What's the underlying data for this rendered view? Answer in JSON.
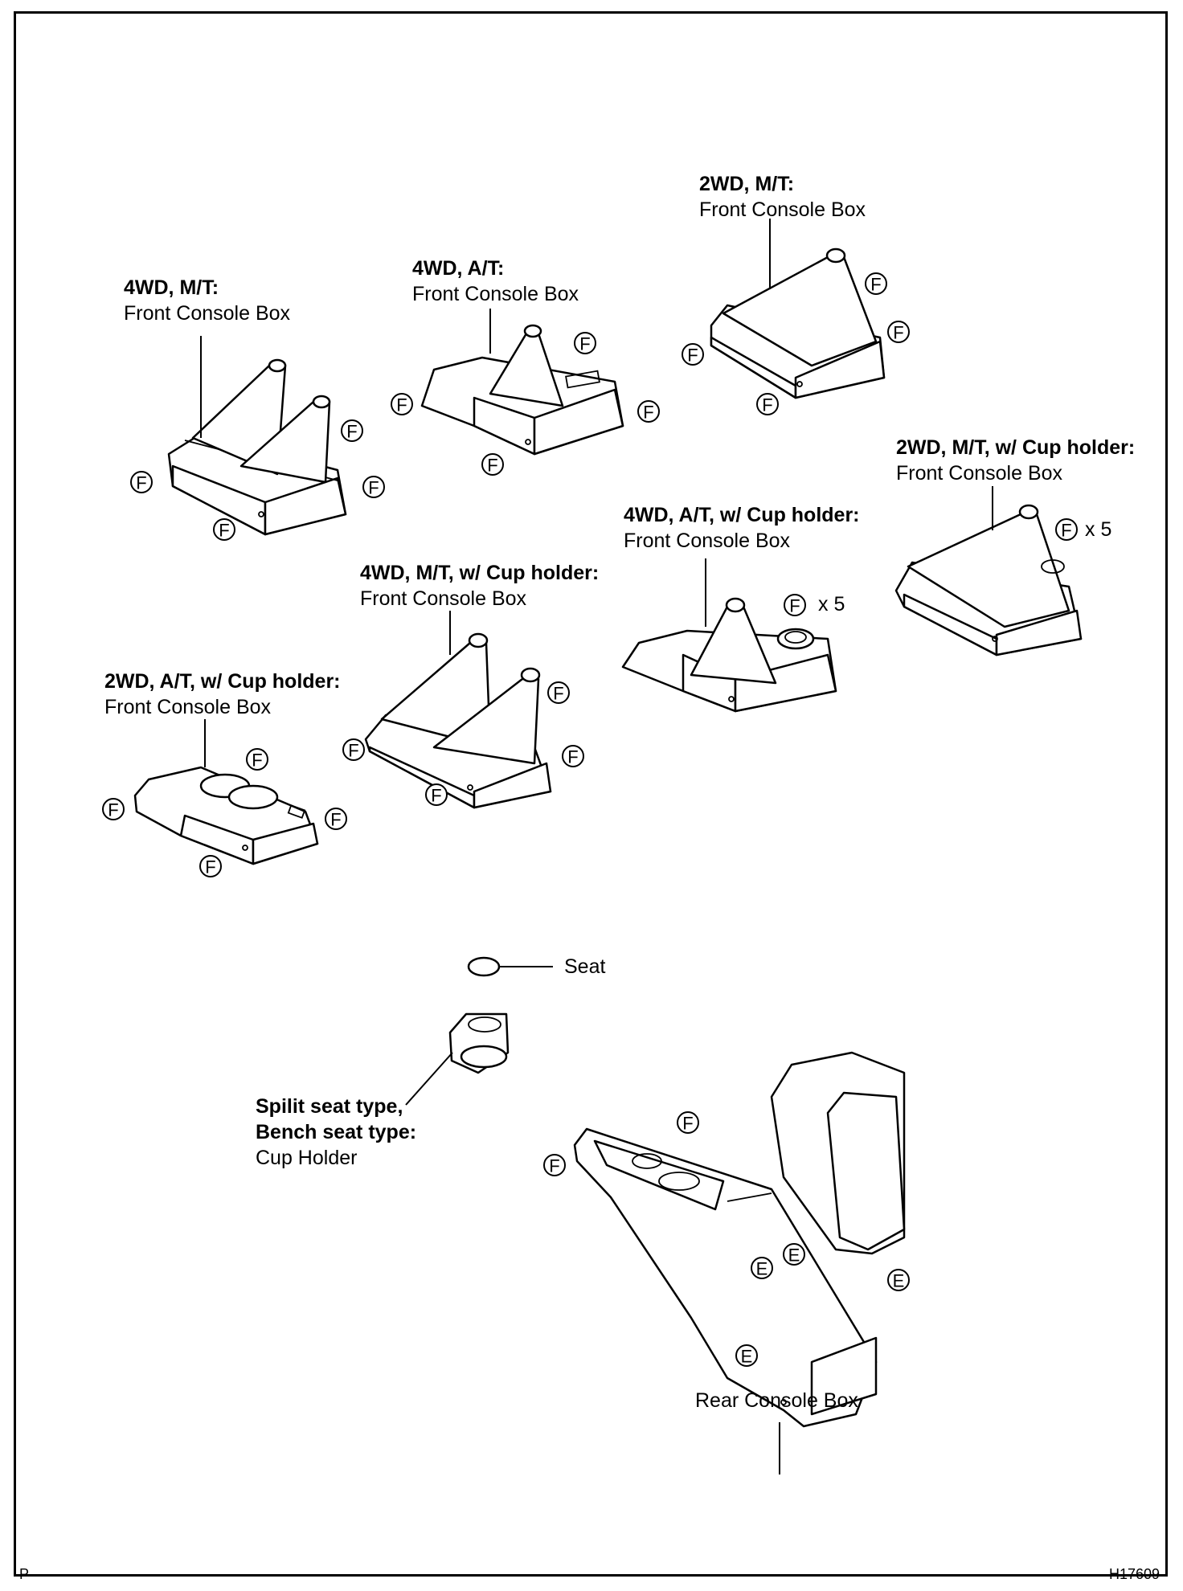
{
  "labels": {
    "l_2wd_mt": {
      "header": "2WD, M/T:",
      "sub": "Front Console Box"
    },
    "l_4wd_at": {
      "header": "4WD, A/T:",
      "sub": "Front Console Box"
    },
    "l_4wd_mt": {
      "header": "4WD, M/T:",
      "sub": "Front Console Box"
    },
    "l_2wd_mt_cup": {
      "header": "2WD, M/T, w/ Cup holder:",
      "sub": "Front Console Box"
    },
    "l_4wd_at_cup": {
      "header": "4WD, A/T, w/ Cup holder:",
      "sub": "Front Console Box"
    },
    "l_4wd_mt_cup": {
      "header": "4WD, M/T, w/ Cup holder:",
      "sub": "Front Console Box"
    },
    "l_2wd_at_cup": {
      "header": "2WD, A/T, w/ Cup holder:",
      "sub": "Front Console Box"
    },
    "seat": "Seat",
    "cup_holder": {
      "header1": "Spilit seat type,",
      "header2": "Bench seat type:",
      "sub": "Cup Holder"
    },
    "rear": "Rear Console Box"
  },
  "clip_letters": {
    "f": "F",
    "e": "E"
  },
  "quantity": "x 5",
  "corner_left": "P",
  "corner_right": "H17609"
}
